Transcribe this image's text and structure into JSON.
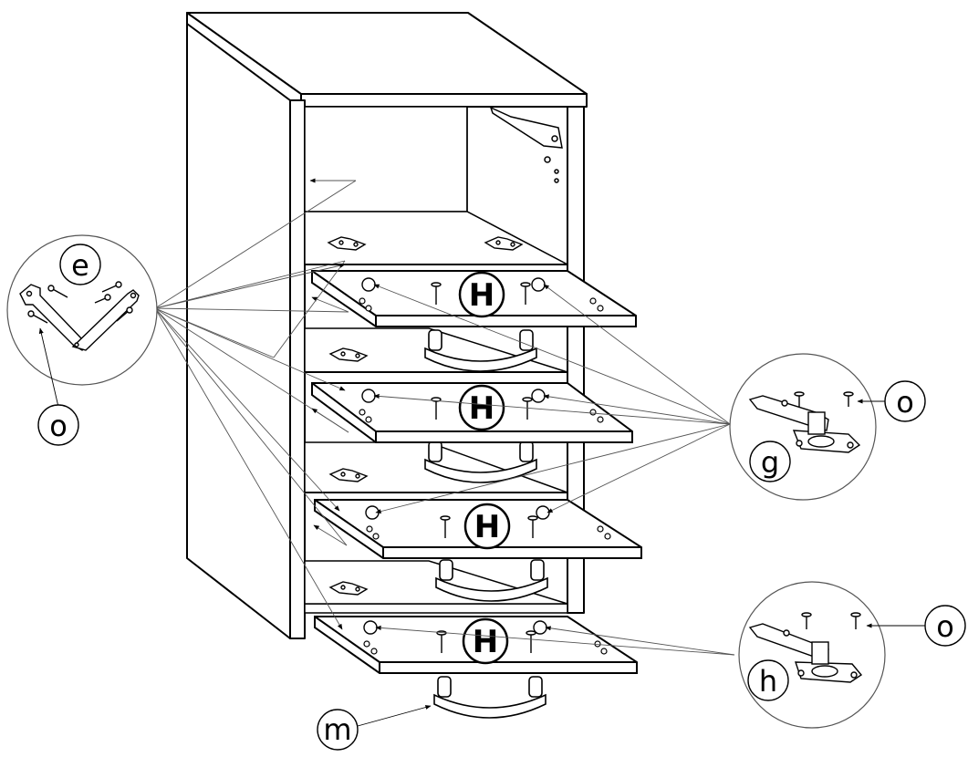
{
  "colors": {
    "line": "#000000",
    "thin": "#555555",
    "paper": "#ffffff"
  },
  "callouts": {
    "e": "e",
    "o_left": "o",
    "g": "g",
    "o_g": "o",
    "h": "h",
    "o_h": "o",
    "m": "m"
  },
  "shelf_labels": [
    "H",
    "H",
    "H",
    "H"
  ]
}
